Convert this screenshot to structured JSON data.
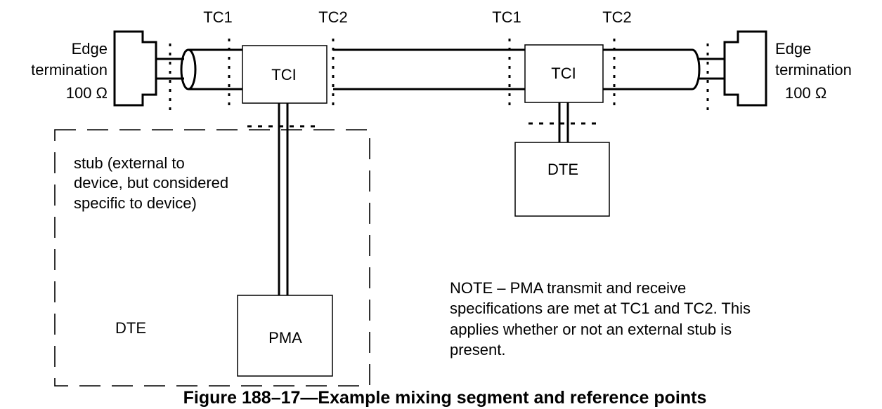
{
  "labels": {
    "tc1": "TC1",
    "tc2": "TC2",
    "edge_line1": "Edge",
    "edge_line2": "termination",
    "edge_line3": "100 Ω",
    "tci": "TCI",
    "dte": "DTE",
    "pma": "PMA",
    "stub_line1": "stub (external to",
    "stub_line2": "device, but considered",
    "stub_line3": "specific to device)"
  },
  "note": {
    "line1": "NOTE – PMA transmit and receive",
    "line2": "specifications are met at TC1 and TC2. This",
    "line3": "applies whether or not an external stub is",
    "line4": "present."
  },
  "caption": "Figure 188–17—Example mixing segment and reference points"
}
